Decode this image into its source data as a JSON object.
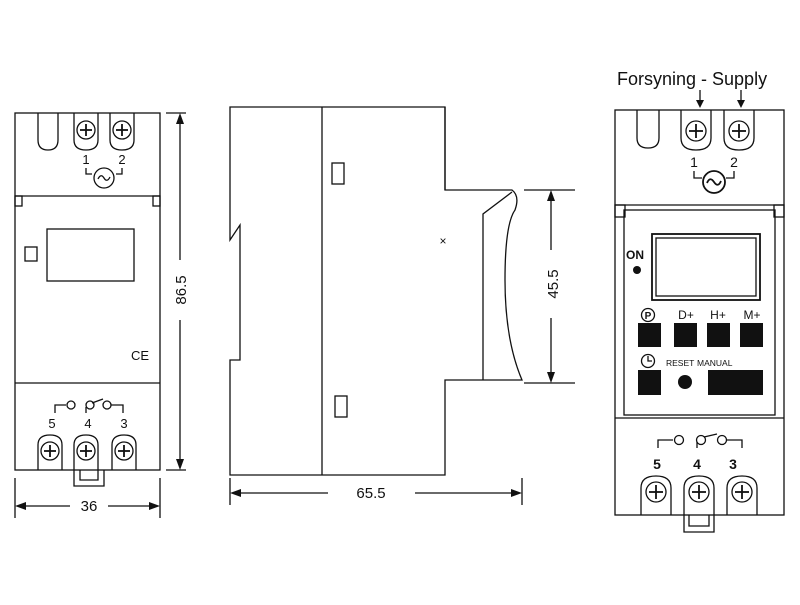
{
  "dimensions": {
    "front_height": "86.5",
    "front_width": "36",
    "side_depth": "65.5",
    "side_height": "45.5"
  },
  "terminals": {
    "top": [
      "1",
      "2"
    ],
    "bottom": [
      "5",
      "4",
      "3"
    ],
    "supply_symbol": "~"
  },
  "marks": {
    "ce": "CE",
    "center_marker": "×"
  },
  "front_view": {
    "supply_label": "Forsyning - Supply",
    "on_label": "ON",
    "prog_symbol": "P",
    "buttons": [
      "D+",
      "H+",
      "M+"
    ],
    "reset_label": "RESET",
    "manual_label": "MANUAL"
  },
  "icons": [
    "screw-terminal-icon",
    "ac-supply-icon",
    "clock-icon",
    "relay-contact-icon",
    "ce-mark-icon"
  ]
}
